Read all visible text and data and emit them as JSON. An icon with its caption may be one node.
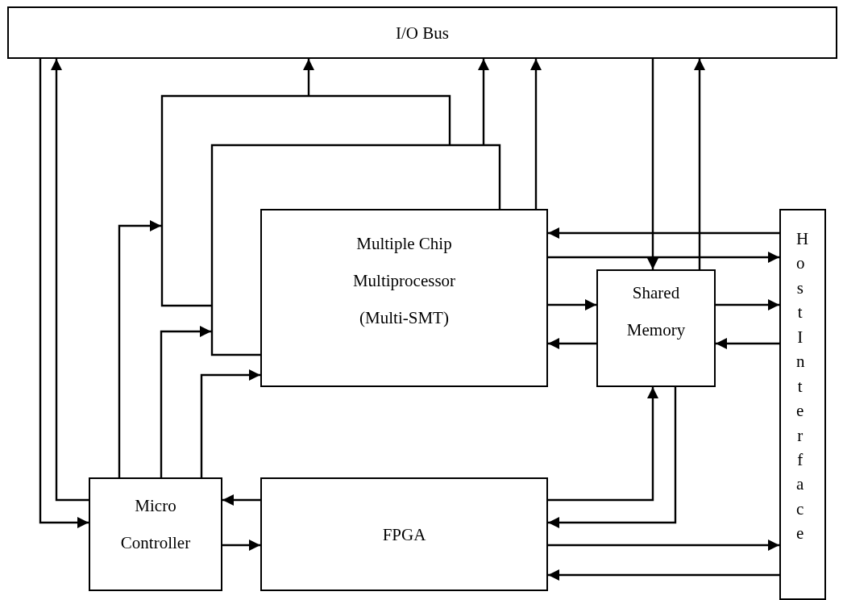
{
  "diagram": {
    "nodes": [
      {
        "text": [
          "I/O Bus"
        ]
      },
      {
        "text": [],
        "shape": "box"
      },
      {
        "text": [],
        "shape": "box"
      },
      {
        "text": [
          "Multiple Chip Multiprocessor (Multi-SMT)"
        ]
      },
      {
        "text": [
          "Shared Memory"
        ]
      },
      {
        "text": [
          "Host Interface"
        ]
      },
      {
        "text": [
          "Micro Controller"
        ]
      },
      {
        "text": [
          "FPGA"
        ]
      }
    ],
    "edges": [
      {
        "from": 0,
        "to": 6,
        "arrow": "to"
      },
      {
        "from": 6,
        "to": 0,
        "arrow": "to"
      },
      {
        "from": 1,
        "to": 0,
        "arrow": "to"
      },
      {
        "from": 2,
        "to": 0,
        "arrow": "to"
      },
      {
        "from": 3,
        "to": 0,
        "arrow": "to"
      },
      {
        "from": 0,
        "to": 4,
        "arrow": "to"
      },
      {
        "from": 4,
        "to": 0,
        "arrow": "to"
      },
      {
        "from": 6,
        "to": 1,
        "arrow": "to"
      },
      {
        "from": 6,
        "to": 2,
        "arrow": "to"
      },
      {
        "from": 6,
        "to": 3,
        "arrow": "to"
      },
      {
        "from": 5,
        "to": 3,
        "arrow": "to"
      },
      {
        "from": 3,
        "to": 5,
        "arrow": "to"
      },
      {
        "from": 3,
        "to": 4,
        "arrow": "to"
      },
      {
        "from": 4,
        "to": 3,
        "arrow": "to"
      },
      {
        "from": 4,
        "to": 5,
        "arrow": "to"
      },
      {
        "from": 5,
        "to": 4,
        "arrow": "to"
      },
      {
        "from": 7,
        "to": 6,
        "arrow": "to"
      },
      {
        "from": 6,
        "to": 7,
        "arrow": "to"
      },
      {
        "from": 7,
        "to": 4,
        "arrow": "to"
      },
      {
        "from": 4,
        "to": 7,
        "arrow": "to"
      },
      {
        "from": 7,
        "to": 5,
        "arrow": "to"
      },
      {
        "from": 5,
        "to": 7,
        "arrow": "to"
      }
    ]
  }
}
